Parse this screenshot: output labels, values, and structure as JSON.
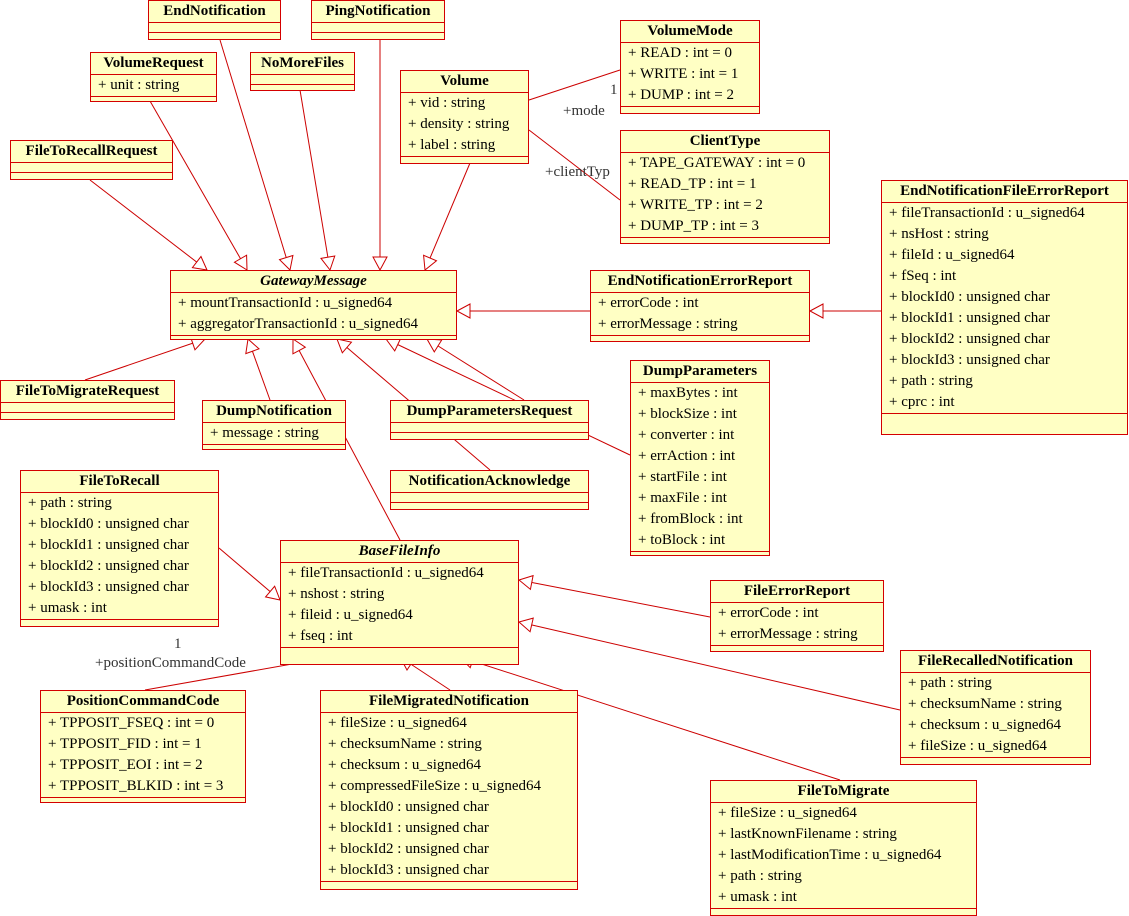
{
  "colors": {
    "border": "#d40000",
    "fill": "#ffffc4",
    "line": "#cc0000"
  },
  "classes": [
    {
      "name": "EndNotification",
      "abstract": false,
      "attributes": []
    },
    {
      "name": "PingNotification",
      "abstract": false,
      "attributes": []
    },
    {
      "name": "VolumeRequest",
      "abstract": false,
      "attributes": [
        "+ unit : string"
      ]
    },
    {
      "name": "NoMoreFiles",
      "abstract": false,
      "attributes": []
    },
    {
      "name": "Volume",
      "abstract": false,
      "attributes": [
        "+ vid : string",
        "+ density : string",
        "+ label : string"
      ]
    },
    {
      "name": "FileToRecallRequest",
      "abstract": false,
      "attributes": []
    },
    {
      "name": "VolumeMode",
      "abstract": false,
      "attributes": [
        "+ READ : int = 0",
        "+ WRITE : int = 1",
        "+ DUMP : int = 2"
      ]
    },
    {
      "name": "ClientType",
      "abstract": false,
      "attributes": [
        "+ TAPE_GATEWAY : int = 0",
        "+ READ_TP : int = 1",
        "+ WRITE_TP : int = 2",
        "+ DUMP_TP : int = 3"
      ]
    },
    {
      "name": "EndNotificationFileErrorReport",
      "abstract": false,
      "attributes": [
        "+ fileTransactionId : u_signed64",
        "+ nsHost : string",
        "+ fileId : u_signed64",
        "+ fSeq : int",
        "+ blockId0 : unsigned char",
        "+ blockId1 : unsigned char",
        "+ blockId2 : unsigned char",
        "+ blockId3 : unsigned char",
        "+ path : string",
        "+ cprc : int"
      ]
    },
    {
      "name": "GatewayMessage",
      "abstract": true,
      "attributes": [
        "+ mountTransactionId : u_signed64",
        "+ aggregatorTransactionId : u_signed64"
      ]
    },
    {
      "name": "EndNotificationErrorReport",
      "abstract": false,
      "attributes": [
        "+ errorCode : int",
        "+ errorMessage : string"
      ]
    },
    {
      "name": "FileToMigrateRequest",
      "abstract": false,
      "attributes": []
    },
    {
      "name": "DumpNotification",
      "abstract": false,
      "attributes": [
        "+ message : string"
      ]
    },
    {
      "name": "DumpParametersRequest",
      "abstract": false,
      "attributes": []
    },
    {
      "name": "DumpParameters",
      "abstract": false,
      "attributes": [
        "+ maxBytes : int",
        "+ blockSize : int",
        "+ converter : int",
        "+ errAction : int",
        "+ startFile : int",
        "+ maxFile : int",
        "+ fromBlock : int",
        "+ toBlock : int"
      ]
    },
    {
      "name": "NotificationAcknowledge",
      "abstract": false,
      "attributes": []
    },
    {
      "name": "FileToRecall",
      "abstract": false,
      "attributes": [
        "+ path : string",
        "+ blockId0 : unsigned char",
        "+ blockId1 : unsigned char",
        "+ blockId2 : unsigned char",
        "+ blockId3 : unsigned char",
        "+ umask : int"
      ]
    },
    {
      "name": "BaseFileInfo",
      "abstract": true,
      "attributes": [
        "+ fileTransactionId : u_signed64",
        "+ nshost : string",
        "+ fileid : u_signed64",
        "+ fseq : int"
      ]
    },
    {
      "name": "FileErrorReport",
      "abstract": false,
      "attributes": [
        "+ errorCode : int",
        "+ errorMessage : string"
      ]
    },
    {
      "name": "FileRecalledNotification",
      "abstract": false,
      "attributes": [
        "+ path : string",
        "+ checksumName : string",
        "+ checksum : u_signed64",
        "+ fileSize : u_signed64"
      ]
    },
    {
      "name": "PositionCommandCode",
      "abstract": false,
      "attributes": [
        "+ TPPOSIT_FSEQ : int = 0",
        "+ TPPOSIT_FID : int = 1",
        "+ TPPOSIT_EOI : int = 2",
        "+ TPPOSIT_BLKID : int = 3"
      ]
    },
    {
      "name": "FileMigratedNotification",
      "abstract": false,
      "attributes": [
        "+ fileSize : u_signed64",
        "+ checksumName : string",
        "+ checksum : u_signed64",
        "+ compressedFileSize : u_signed64",
        "+ blockId0 : unsigned char",
        "+ blockId1 : unsigned char",
        "+ blockId2 : unsigned char",
        "+ blockId3 : unsigned char"
      ]
    },
    {
      "name": "FileToMigrate",
      "abstract": false,
      "attributes": [
        "+ fileSize : u_signed64",
        "+ lastKnownFilename : string",
        "+ lastModificationTime : u_signed64",
        "+ path : string",
        "+ umask : int"
      ]
    }
  ],
  "relationships": [
    {
      "type": "generalization",
      "from": "FileToRecallRequest",
      "to": "GatewayMessage"
    },
    {
      "type": "generalization",
      "from": "VolumeRequest",
      "to": "GatewayMessage"
    },
    {
      "type": "generalization",
      "from": "EndNotification",
      "to": "GatewayMessage"
    },
    {
      "type": "generalization",
      "from": "NoMoreFiles",
      "to": "GatewayMessage"
    },
    {
      "type": "generalization",
      "from": "PingNotification",
      "to": "GatewayMessage"
    },
    {
      "type": "generalization",
      "from": "Volume",
      "to": "GatewayMessage"
    },
    {
      "type": "generalization",
      "from": "FileToMigrateRequest",
      "to": "GatewayMessage"
    },
    {
      "type": "generalization",
      "from": "DumpNotification",
      "to": "GatewayMessage"
    },
    {
      "type": "generalization",
      "from": "BaseFileInfo",
      "to": "GatewayMessage"
    },
    {
      "type": "generalization",
      "from": "NotificationAcknowledge",
      "to": "GatewayMessage"
    },
    {
      "type": "generalization",
      "from": "DumpParameters",
      "to": "GatewayMessage"
    },
    {
      "type": "generalization",
      "from": "DumpParametersRequest",
      "to": "GatewayMessage"
    },
    {
      "type": "generalization",
      "from": "EndNotificationErrorReport",
      "to": "GatewayMessage"
    },
    {
      "type": "generalization",
      "from": "EndNotificationFileErrorReport",
      "to": "EndNotificationErrorReport"
    },
    {
      "type": "generalization",
      "from": "FileToRecall",
      "to": "BaseFileInfo"
    },
    {
      "type": "generalization",
      "from": "FileErrorReport",
      "to": "BaseFileInfo"
    },
    {
      "type": "generalization",
      "from": "FileRecalledNotification",
      "to": "BaseFileInfo"
    },
    {
      "type": "generalization",
      "from": "FileMigratedNotification",
      "to": "BaseFileInfo"
    },
    {
      "type": "generalization",
      "from": "FileToMigrate",
      "to": "BaseFileInfo"
    },
    {
      "type": "association",
      "from": "Volume",
      "to": "VolumeMode",
      "role": "+mode",
      "multiplicity": "1"
    },
    {
      "type": "association",
      "from": "Volume",
      "to": "ClientType",
      "role": "+clientTyp",
      "multiplicity": ""
    },
    {
      "type": "association",
      "from": "BaseFileInfo",
      "to": "PositionCommandCode",
      "role": "+positionCommandCode",
      "multiplicity": "1"
    }
  ]
}
